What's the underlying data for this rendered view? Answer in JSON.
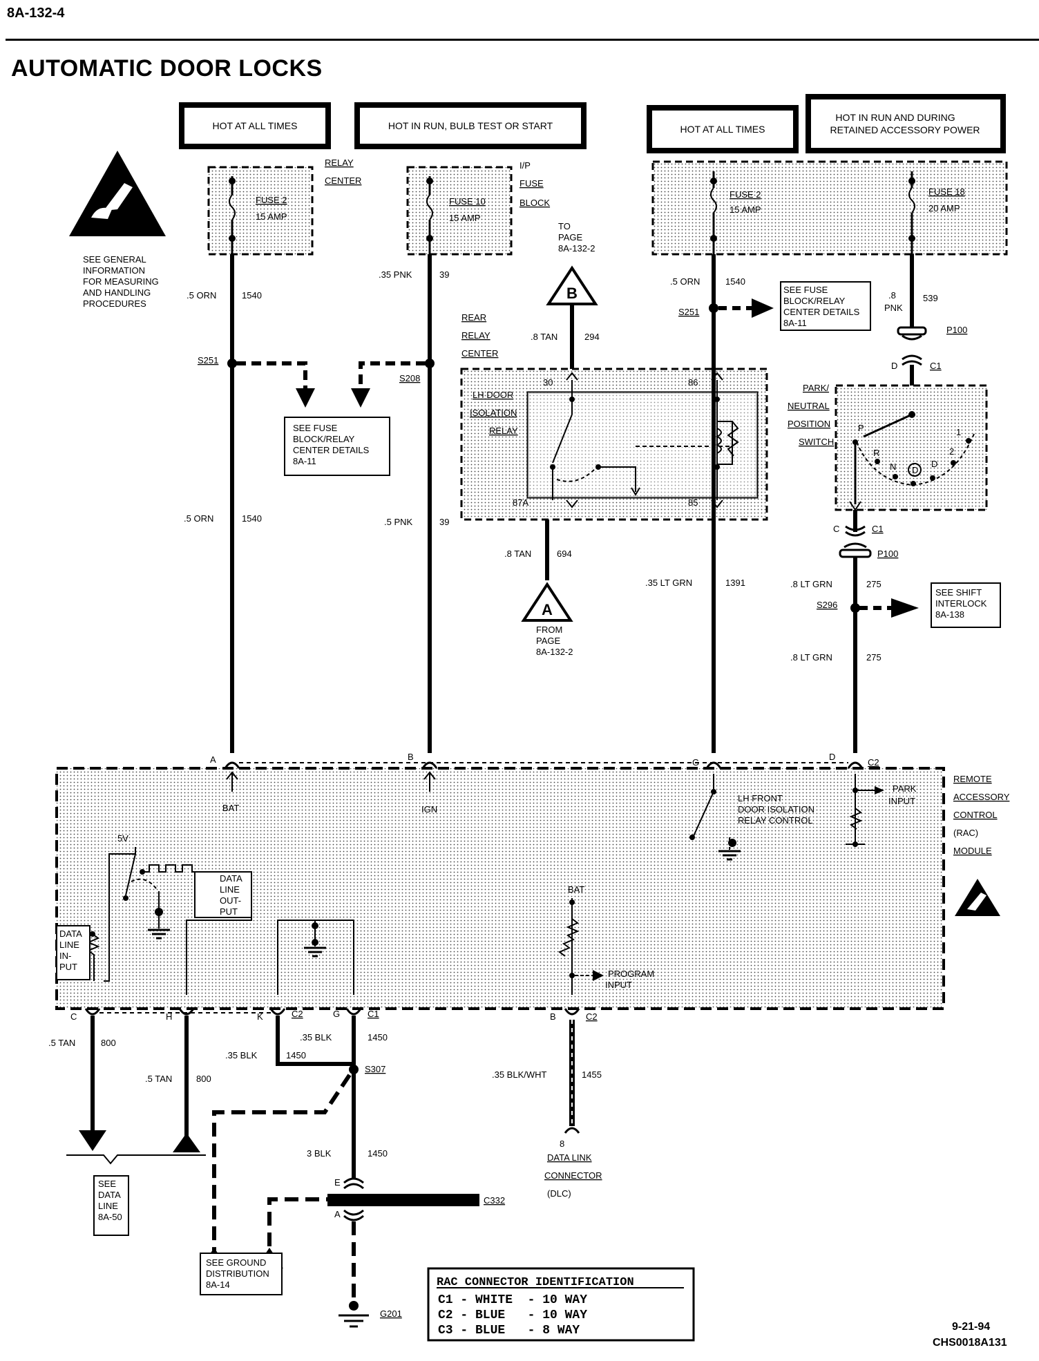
{
  "page_code": "8A-132-4",
  "title": "AUTOMATIC DOOR LOCKS",
  "hot_boxes": [
    "HOT AT ALL TIMES",
    "HOT IN RUN, BULB TEST OR START",
    "HOT AT ALL TIMES",
    "HOT IN RUN AND DURING",
    "RETAINED ACCESSORY POWER"
  ],
  "esd_note": [
    "SEE GENERAL",
    "INFORMATION",
    "FOR MEASURING",
    "AND HANDLING",
    "PROCEDURES"
  ],
  "fuse_blocks": {
    "relay_center": [
      "RELAY",
      "CENTER"
    ],
    "ip_fuse_block": [
      "I/P",
      "FUSE",
      "BLOCK"
    ]
  },
  "fuses": {
    "fuse2_left": [
      "FUSE 2",
      "15 AMP"
    ],
    "fuse10": [
      "FUSE 10",
      "15 AMP"
    ],
    "fuse2_right": [
      "FUSE 2",
      "15 AMP"
    ],
    "fuse18": [
      "FUSE 18",
      "20 AMP"
    ]
  },
  "wires": {
    "w1540a": [
      ".5 ORN",
      "1540"
    ],
    "w1540b": [
      ".5 ORN",
      "1540"
    ],
    "w39a": [
      ".35 PNK",
      "39"
    ],
    "w39b": [
      ".5 PNK",
      "39"
    ],
    "w294": [
      ".8 TAN",
      "294"
    ],
    "w694": [
      ".8 TAN",
      "694"
    ],
    "w1540c": [
      ".5 ORN",
      "1540"
    ],
    "w1391": [
      ".35 LT GRN",
      "1391"
    ],
    "w539": [
      ".8",
      "PNK",
      "539"
    ],
    "w275a": [
      ".8 LT GRN",
      "275"
    ],
    "w275b": [
      ".8 LT GRN",
      "275"
    ],
    "w800a": [
      ".5 TAN",
      "800"
    ],
    "w800b": [
      ".5 TAN",
      "800"
    ],
    "w1450a": [
      ".35 BLK",
      "1450"
    ],
    "w1450b": [
      ".35 BLK",
      "1450"
    ],
    "w1450c": [
      "3 BLK",
      "1450"
    ],
    "w1455": [
      ".35 BLK/WHT",
      "1455"
    ]
  },
  "splices": [
    "S251",
    "S208",
    "S251",
    "S296",
    "S307"
  ],
  "notes": {
    "fuse_relay_left": [
      "SEE FUSE",
      "BLOCK/RELAY",
      "CENTER DETAILS",
      "8A-11"
    ],
    "fuse_relay_right": [
      "SEE FUSE",
      "BLOCK/RELAY",
      "CENTER DETAILS",
      "8A-11"
    ],
    "shift_interlock": [
      "SEE SHIFT",
      "INTERLOCK",
      "8A-138"
    ],
    "data_line": [
      "SEE",
      "DATA",
      "LINE",
      "8A-50"
    ],
    "ground_dist": [
      "SEE GROUND",
      "DISTRIBUTION",
      "8A-14"
    ]
  },
  "page_refs": {
    "to_page": [
      "TO",
      "PAGE",
      "8A-132-2"
    ],
    "from_page": [
      "FROM",
      "PAGE",
      "8A-132-2"
    ],
    "b_letter": "B",
    "a_letter": "A"
  },
  "rear_relay_center": [
    "REAR",
    "RELAY",
    "CENTER"
  ],
  "lh_door_relay": [
    "LH DOOR",
    "ISOLATION",
    "RELAY"
  ],
  "relay_pins": [
    "30",
    "86",
    "87A",
    "85"
  ],
  "pns_switch": [
    "PARK/",
    "NEUTRAL",
    "POSITION",
    "SWITCH"
  ],
  "pns_positions": [
    "P",
    "R",
    "N",
    "D",
    "D",
    "2",
    "1"
  ],
  "connectors": {
    "p100_top": "P100",
    "p100_bot": "P100",
    "c1_top": [
      "D",
      "C1"
    ],
    "c1_bot": [
      "C",
      "C1"
    ],
    "c332": "C332",
    "g201": "G201",
    "c332_pins": [
      "E",
      "A"
    ]
  },
  "rac_module": [
    "REMOTE",
    "ACCESSORY",
    "CONTROL",
    "(RAC)",
    "MODULE"
  ],
  "rac_pins_top": [
    "A",
    "B",
    "G",
    "D",
    "C2"
  ],
  "rac_pins_bottom": [
    "C",
    "H",
    "K",
    "C2",
    "G",
    "C1",
    "B",
    "C2"
  ],
  "rac_internal": {
    "bat": "BAT",
    "ign": "IGN",
    "lh_front": [
      "LH FRONT",
      "DOOR ISOLATION",
      "RELAY CONTROL"
    ],
    "park_input": [
      "PARK",
      "INPUT"
    ],
    "v5": "5V",
    "data_out": [
      "DATA",
      "LINE",
      "OUT-",
      "PUT"
    ],
    "data_in": [
      "DATA",
      "LINE",
      "IN-",
      "PUT"
    ],
    "bat2": "BAT",
    "program_input": [
      "PROGRAM",
      "INPUT"
    ]
  },
  "dlc": [
    "8",
    "DATA LINK",
    "CONNECTOR",
    "(DLC)"
  ],
  "legend": {
    "title": "RAC CONNECTOR IDENTIFICATION",
    "rows": [
      "C1 - WHITE  - 10 WAY",
      "C2 - BLUE   - 10 WAY",
      "C3 - BLUE   - 8 WAY"
    ]
  },
  "footer_date": "9-21-94",
  "footer_id": "CHS0018A131"
}
